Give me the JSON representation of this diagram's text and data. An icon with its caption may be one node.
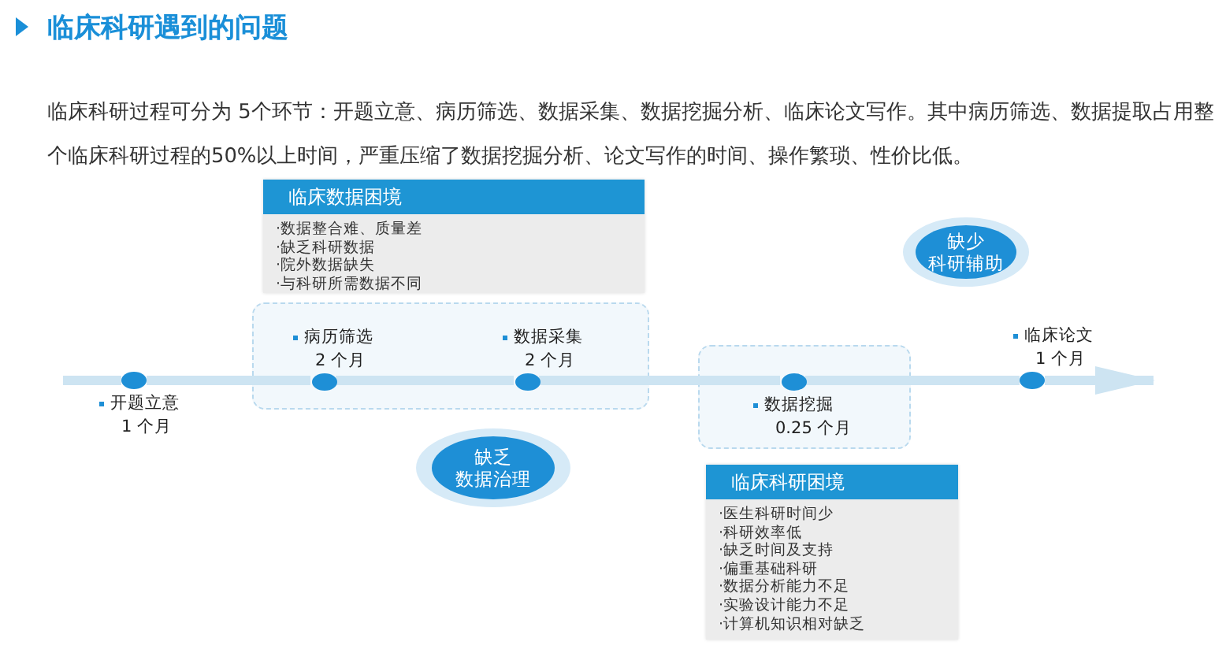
{
  "diagram": {
    "title": "临床科研遇到的问题",
    "nodes": [
      {
        "text": [],
        "shape": "circle",
        "beside": [
          "开题立意",
          "1 个月"
        ]
      },
      {
        "text": [
          "临床数据困境",
          "·数据整合难、质量差",
          "·缺乏科研数据",
          "·院外数据缺失",
          "·与科研所需数据不同"
        ]
      },
      {
        "text": [],
        "shape": "box"
      },
      {
        "text": [],
        "shape": "circle",
        "in": 2,
        "beside": [
          "病历筛选",
          "2 个月"
        ]
      },
      {
        "text": [],
        "shape": "circle",
        "in": 2,
        "beside": [
          "数据采集",
          "2 个月"
        ]
      },
      {
        "text": [
          "缺乏",
          "数据治理"
        ]
      },
      {
        "text": [],
        "shape": "box"
      },
      {
        "text": [],
        "shape": "circle",
        "in": 6,
        "beside": [
          "数据挖掘",
          "0.25 个月"
        ]
      },
      {
        "text": [
          "临床科研困境",
          "·医生科研时间少",
          "·科研效率低",
          "·缺乏时间及支持",
          "·偏重基础科研",
          "·数据分析能力不足",
          "·实验设计能力不足",
          "·计算机知识相对缺乏"
        ]
      },
      {
        "text": [
          "缺少",
          "科研辅助"
        ]
      },
      {
        "text": [],
        "shape": "circle",
        "beside": [
          "临床论文",
          "1 个月"
        ]
      }
    ],
    "edges": [
      {
        "from": null,
        "to": 0,
        "arrow": "none"
      },
      {
        "from": 0,
        "to": 3,
        "arrow": "none"
      },
      {
        "from": 3,
        "to": 4,
        "arrow": "none"
      },
      {
        "from": 4,
        "to": 7,
        "arrow": "none"
      },
      {
        "from": 7,
        "to": 10,
        "arrow": "none"
      },
      {
        "from": 10,
        "to": null,
        "arrow": "to"
      }
    ],
    "labels": [
      "临床科研过程可分为 5个环节：开题立意、病历筛选、数据采集、数据挖掘分析、临床论文写作。其中病历筛选、数据提取占用整个临床科研过程的50%以上时间，严重压缩了数据挖掘分析、论文写作的时间、操作繁琐、性价比低。"
    ]
  }
}
